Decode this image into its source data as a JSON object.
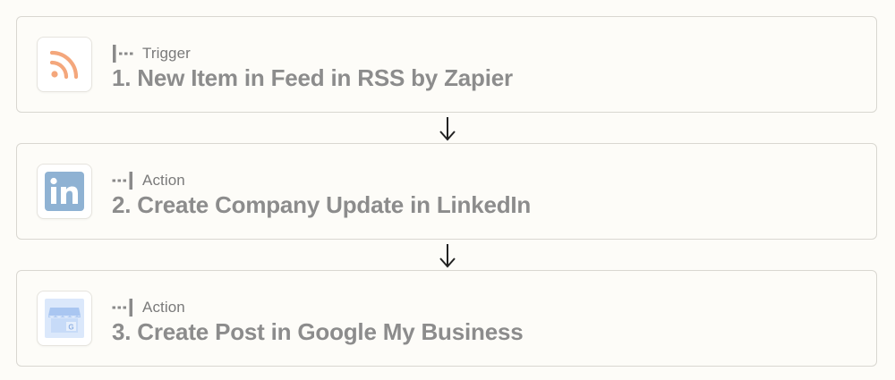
{
  "steps": [
    {
      "kind": "Trigger",
      "title": "1. New Item in Feed in RSS by Zapier",
      "icon": "rss-icon",
      "accent": "#f4a77c"
    },
    {
      "kind": "Action",
      "title": "2. Create Company Update in LinkedIn",
      "icon": "linkedin-icon",
      "accent": "#8fb2d3"
    },
    {
      "kind": "Action",
      "title": "3. Create Post in Google My Business",
      "icon": "google-my-business-icon",
      "accent": "#b9d3f4"
    }
  ],
  "connectors": [
    {
      "icon": "arrow-down-icon"
    },
    {
      "icon": "arrow-down-icon"
    }
  ]
}
